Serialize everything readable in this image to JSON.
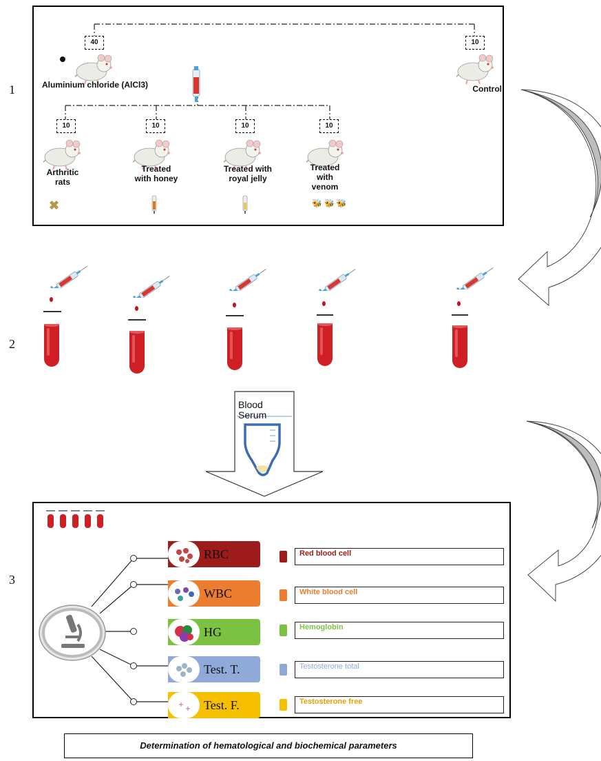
{
  "steps": [
    "1",
    "2",
    "3"
  ],
  "panel1": {
    "main_group": {
      "count": "40",
      "label": "Aluminium chloride (AlCl3)"
    },
    "control": {
      "count": "10",
      "label": "Control"
    },
    "groups": [
      {
        "count": "10",
        "label_lines": [
          "Arthritic",
          "rats"
        ]
      },
      {
        "count": "10",
        "label_lines": [
          "Treated",
          "with honey"
        ]
      },
      {
        "count": "10",
        "label_lines": [
          "Treated with",
          "royal jelly"
        ]
      },
      {
        "count": "10",
        "label_lines": [
          "Treated",
          "with",
          "venom"
        ]
      }
    ]
  },
  "serum": {
    "line1": "Blood",
    "line2": "Serum"
  },
  "parameters": [
    {
      "code": "RBC",
      "label": "Red blood cell",
      "color": "#9e1b1b"
    },
    {
      "code": "WBC",
      "label": "White blood cell",
      "color": "#ec7d2e"
    },
    {
      "code": "HG",
      "label": "Hemoglobin",
      "color": "#7cc242"
    },
    {
      "code": "Test. T.",
      "label": "Testosterone total",
      "color": "#8faad8"
    },
    {
      "code": "Test. F.",
      "label": "Testosterone free",
      "color": "#f6c000"
    }
  ],
  "footer": "Determination of hematological and biochemical parameters",
  "icons": [
    "rat-icon",
    "syringe-icon",
    "blood-tube-icon",
    "microscope-icon",
    "serum-tube-icon",
    "curved-arrow-icon",
    "down-arrow-icon",
    "cross-icon",
    "bee-icon"
  ]
}
